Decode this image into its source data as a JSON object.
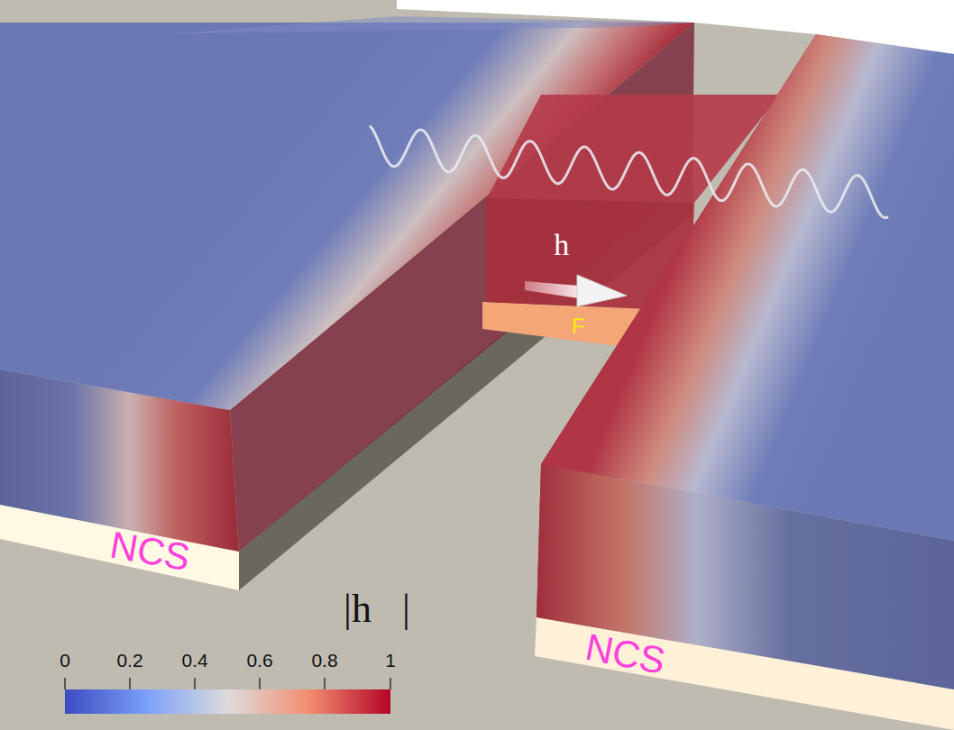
{
  "diagram": {
    "nodes": [
      {
        "text": [
          "NCS"
        ]
      },
      {
        "text": [
          "F"
        ]
      },
      {
        "text": [
          "NCS"
        ]
      }
    ],
    "labels": [
      "h⃗",
      "|h⃗|",
      "0",
      "0.2",
      "0.4",
      "0.6",
      "0.8",
      "1"
    ]
  }
}
